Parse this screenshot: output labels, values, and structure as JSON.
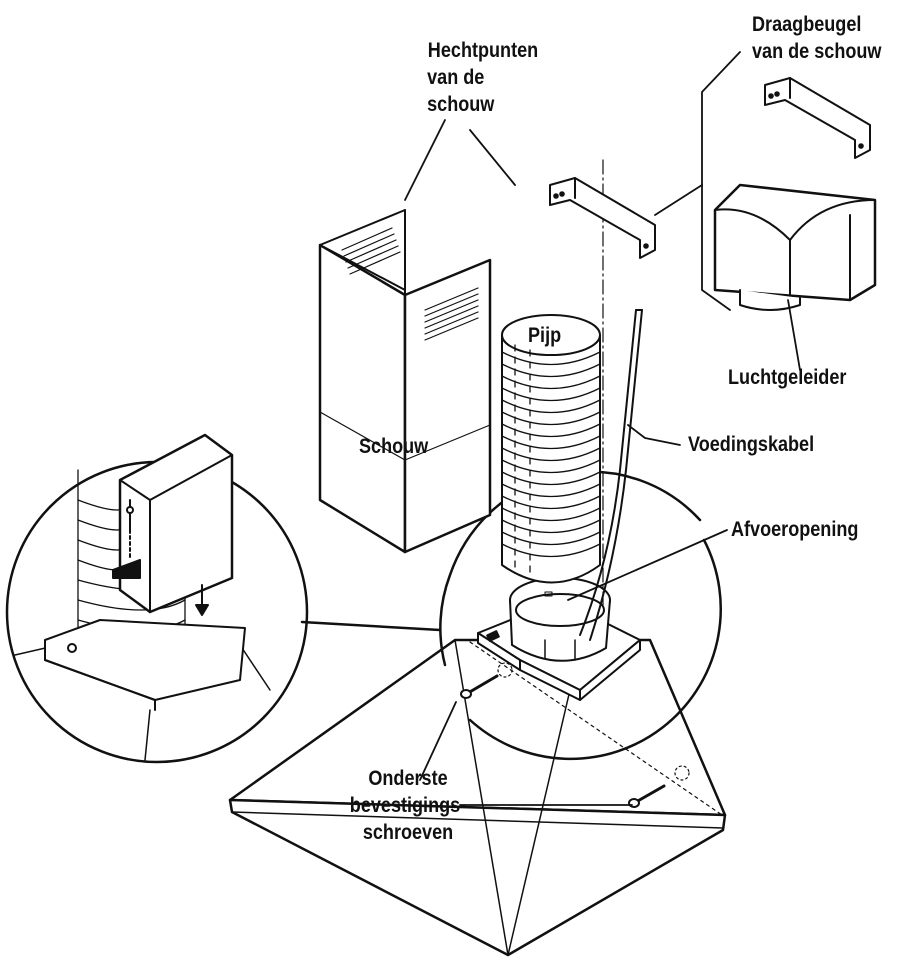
{
  "labels": {
    "hechtpunten": [
      "Hechtpunten",
      "van de",
      "schouw"
    ],
    "draagbeugel": [
      "Draagbeugel",
      "van de schouw"
    ],
    "pijp": "Pijp",
    "luchtgeleider": "Luchtgeleider",
    "schouw": "Schouw",
    "voedingskabel": "Voedingskabel",
    "afvoeropening": "Afvoeropening",
    "onderste_schroeven": [
      "Onderste",
      "bevestigings-",
      "schroeven"
    ]
  },
  "colors": {
    "ink": "#111111",
    "paper": "#ffffff",
    "shade": "#d9d9d9"
  }
}
